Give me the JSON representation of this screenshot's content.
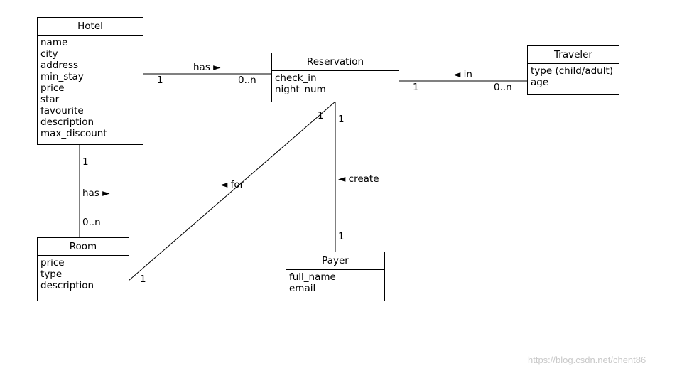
{
  "classes": {
    "hotel": {
      "name": "Hotel",
      "attributes": [
        "name",
        "city",
        "address",
        "min_stay",
        "price",
        "star",
        "favourite",
        "description",
        "max_discount"
      ]
    },
    "reservation": {
      "name": "Reservation",
      "attributes": [
        "check_in",
        "night_num"
      ]
    },
    "traveler": {
      "name": "Traveler",
      "attributes": [
        "type (child/adult)",
        "age"
      ]
    },
    "room": {
      "name": "Room",
      "attributes": [
        "price",
        "type",
        "description"
      ]
    },
    "payer": {
      "name": "Payer",
      "attributes": [
        "full_name",
        "email"
      ]
    }
  },
  "associations": {
    "hotel_reservation": {
      "label": "has ►",
      "mult_hotel": "1",
      "mult_reservation": "0..n"
    },
    "reservation_traveler": {
      "label": "◄ in",
      "mult_reservation": "1",
      "mult_traveler": "0..n"
    },
    "hotel_room": {
      "label": "has ►",
      "mult_hotel": "1",
      "mult_room": "0..n"
    },
    "room_reservation": {
      "label": "◄ for",
      "mult_reservation": "1",
      "mult_room": "1"
    },
    "reservation_payer": {
      "label": "◄ create",
      "mult_reservation": "1",
      "mult_payer": "1"
    }
  },
  "watermark": "https://blog.csdn.net/chent86"
}
